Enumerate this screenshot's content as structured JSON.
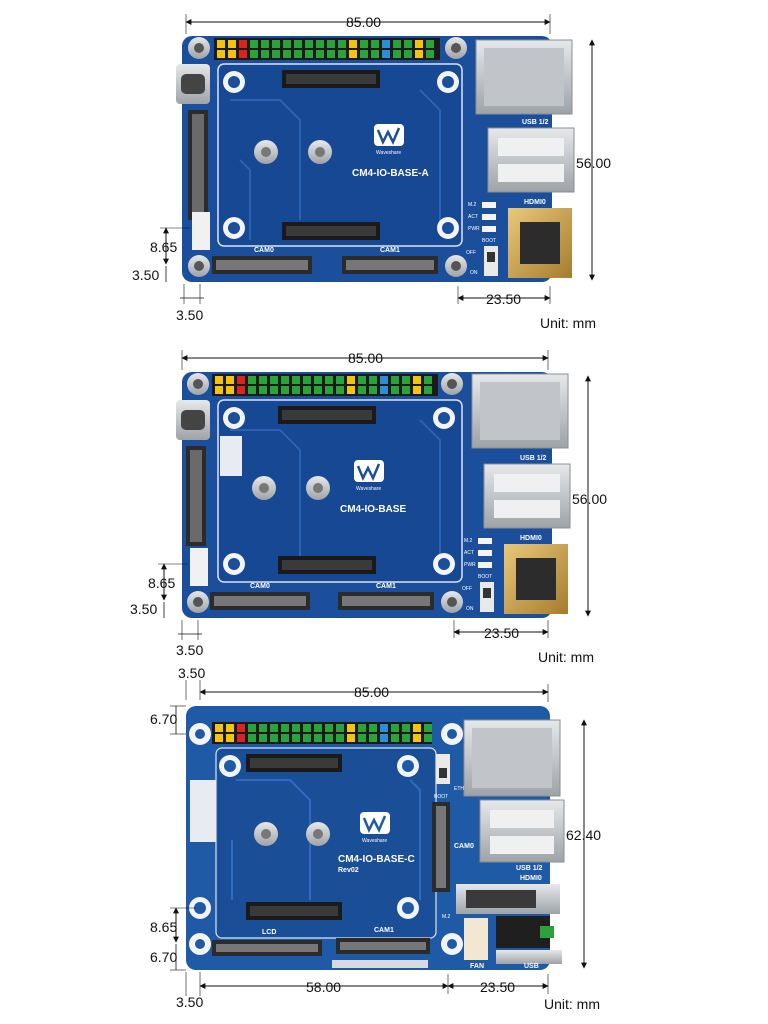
{
  "boards": [
    {
      "id": "a",
      "name": "CM4-IO-BASE-A",
      "brand": "Waveshare",
      "labels": {
        "cam0": "CAM0",
        "cam1": "CAM1",
        "usb": "USB 1/2",
        "hdmi": "HDMI0",
        "m2": "M.2",
        "act": "ACT",
        "pwr": "PWR",
        "boot": "BOOT",
        "off": "OFF",
        "on": "ON"
      },
      "dims": {
        "width": "85.00",
        "height": "56.00",
        "fan_y": "8.65",
        "hole_y": "3.50",
        "hole_x": "3.50",
        "right": "23.50"
      },
      "unit": "Unit: mm"
    },
    {
      "id": "b",
      "name": "CM4-IO-BASE",
      "brand": "Waveshare",
      "labels": {
        "cam0": "CAM0",
        "cam1": "CAM1",
        "usb": "USB 1/2",
        "hdmi": "HDMI0",
        "m2": "M.2",
        "act": "ACT",
        "pwr": "PWR",
        "boot": "BOOT",
        "off": "OFF",
        "on": "ON"
      },
      "dims": {
        "width": "85.00",
        "height": "56.00",
        "fan_y": "8.65",
        "hole_y": "3.50",
        "hole_x": "3.50",
        "right": "23.50"
      },
      "unit": "Unit: mm"
    },
    {
      "id": "c",
      "name": "CM4-IO-BASE-C",
      "rev": "Rev02",
      "brand": "Waveshare",
      "labels": {
        "cam0": "CAM0",
        "cam1": "CAM1",
        "lcd": "LCD",
        "usb": "USB 1/2",
        "hdmi": "HDMI0",
        "fan": "FAN",
        "usb2": "USB",
        "boot": "BOOT",
        "ethernet": "ETHERNET",
        "m2": "M.2"
      },
      "dims": {
        "hole_x_top": "3.50",
        "width": "85.00",
        "hole_y_top": "6.70",
        "height": "62.40",
        "fan_y": "8.65",
        "hole_y_bottom": "6.70",
        "hole_x_bottom": "3.50",
        "bottom_mid": "58.00",
        "right": "23.50"
      },
      "unit": "Unit: mm"
    }
  ],
  "colors": {
    "pcb": "#1b4f9c",
    "pcb_dark": "#13407f",
    "header": "#1a1a1a",
    "pin_green": "#2aa33a",
    "pin_red": "#d8261c",
    "pin_yellow": "#f2c40f",
    "pin_blue": "#2a8fd8",
    "metal": "#c9ccd0"
  }
}
